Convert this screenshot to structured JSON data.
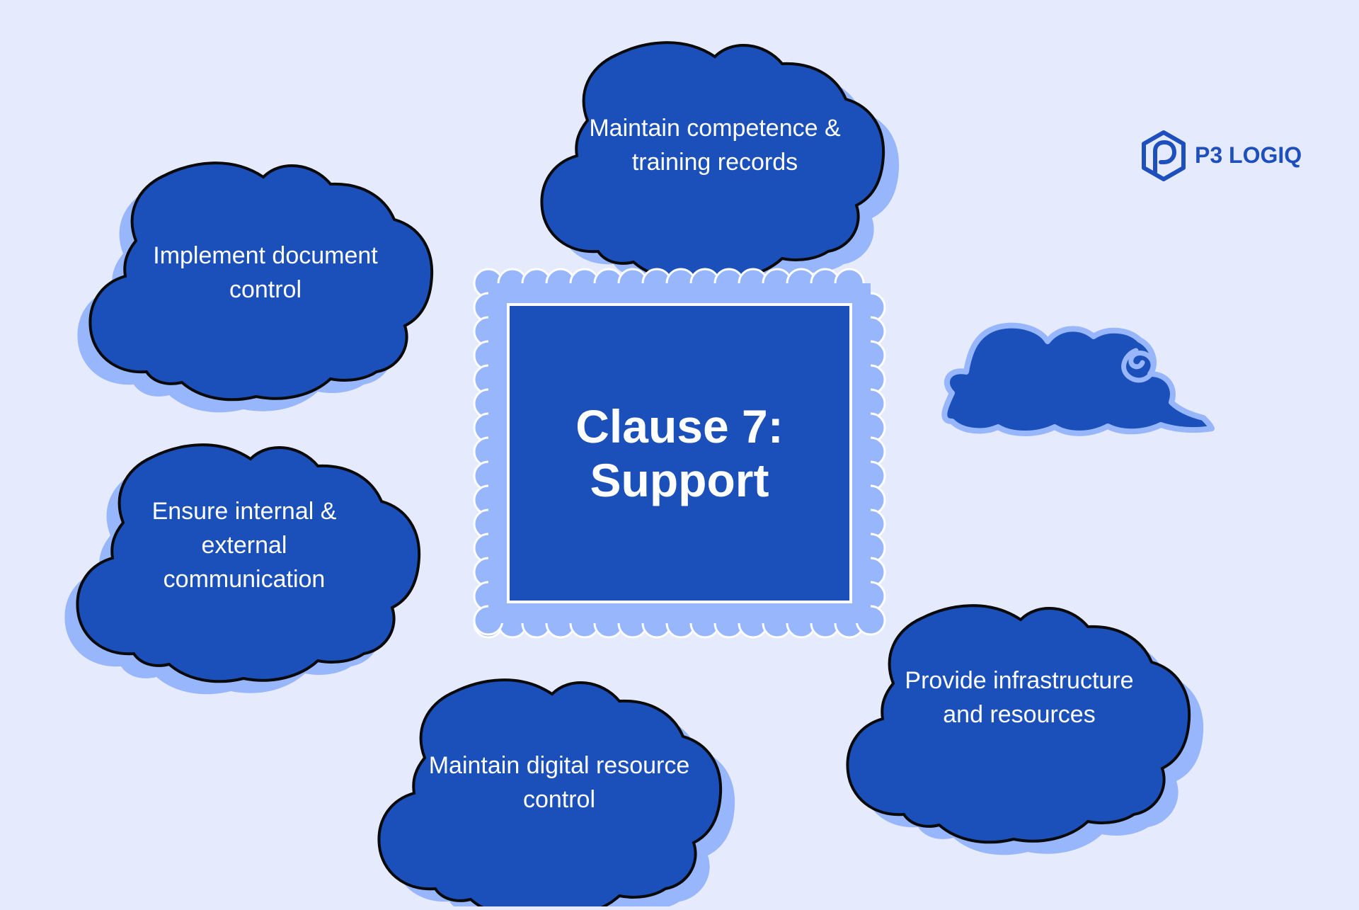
{
  "diagram": {
    "center_title": "Clause 7: Support",
    "nodes": [
      {
        "id": "competence",
        "text": "Maintain competence & training records"
      },
      {
        "id": "document",
        "text": "Implement document control"
      },
      {
        "id": "communication",
        "text": "Ensure internal & external communication"
      },
      {
        "id": "digital",
        "text": "Maintain digital resource control"
      },
      {
        "id": "infrastructure",
        "text": "Provide infrastructure and resources"
      }
    ]
  },
  "brand": {
    "name": "P3 LOGIQ",
    "icon": "p3-logiq-logo-icon"
  },
  "decorations": {
    "swirl_cloud_icon": "swirl-cloud-icon"
  },
  "colors": {
    "background": "#e6eafd",
    "cloud_fill": "#1b4fba",
    "cloud_shadow": "#97b6fb",
    "cloud_outline": "#0a0a0a",
    "text": "#ffffff",
    "brand": "#1d4fbd"
  }
}
